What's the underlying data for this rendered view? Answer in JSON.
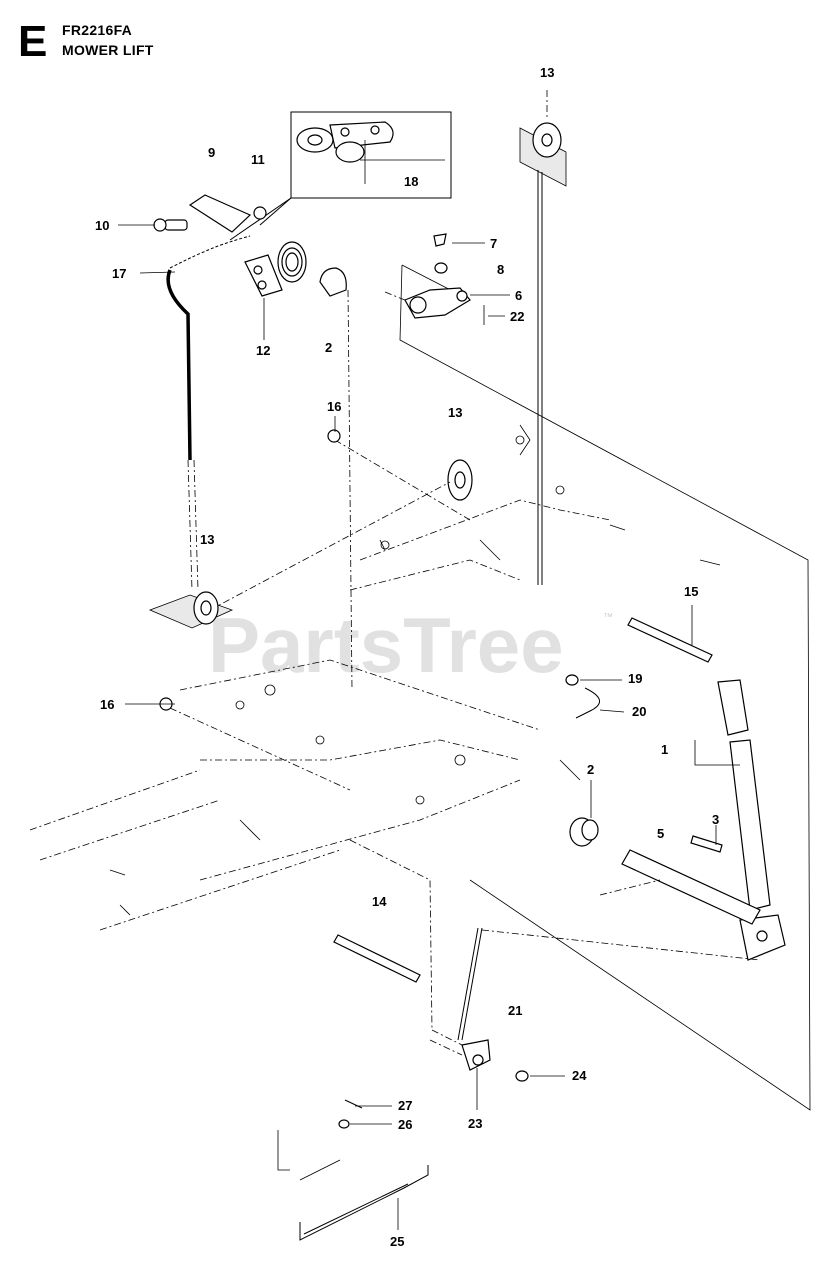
{
  "header": {
    "section_letter": "E",
    "model": "FR2216FA",
    "title": "MOWER LIFT"
  },
  "watermark": {
    "text": "PartsTree",
    "trademark": "™"
  },
  "callouts": [
    {
      "id": "c-13a",
      "label": "13"
    },
    {
      "id": "c-9",
      "label": "9"
    },
    {
      "id": "c-11",
      "label": "11"
    },
    {
      "id": "c-18",
      "label": "18"
    },
    {
      "id": "c-10",
      "label": "10"
    },
    {
      "id": "c-7",
      "label": "7"
    },
    {
      "id": "c-8",
      "label": "8"
    },
    {
      "id": "c-17",
      "label": "17"
    },
    {
      "id": "c-6",
      "label": "6"
    },
    {
      "id": "c-22",
      "label": "22"
    },
    {
      "id": "c-12",
      "label": "12"
    },
    {
      "id": "c-2a",
      "label": "2"
    },
    {
      "id": "c-16a",
      "label": "16"
    },
    {
      "id": "c-13b",
      "label": "13"
    },
    {
      "id": "c-13c",
      "label": "13"
    },
    {
      "id": "c-15",
      "label": "15"
    },
    {
      "id": "c-19",
      "label": "19"
    },
    {
      "id": "c-16b",
      "label": "16"
    },
    {
      "id": "c-20",
      "label": "20"
    },
    {
      "id": "c-1",
      "label": "1"
    },
    {
      "id": "c-2b",
      "label": "2"
    },
    {
      "id": "c-3",
      "label": "3"
    },
    {
      "id": "c-5",
      "label": "5"
    },
    {
      "id": "c-14",
      "label": "14"
    },
    {
      "id": "c-21",
      "label": "21"
    },
    {
      "id": "c-24",
      "label": "24"
    },
    {
      "id": "c-27",
      "label": "27"
    },
    {
      "id": "c-26",
      "label": "26"
    },
    {
      "id": "c-23",
      "label": "23"
    },
    {
      "id": "c-25",
      "label": "25"
    }
  ]
}
